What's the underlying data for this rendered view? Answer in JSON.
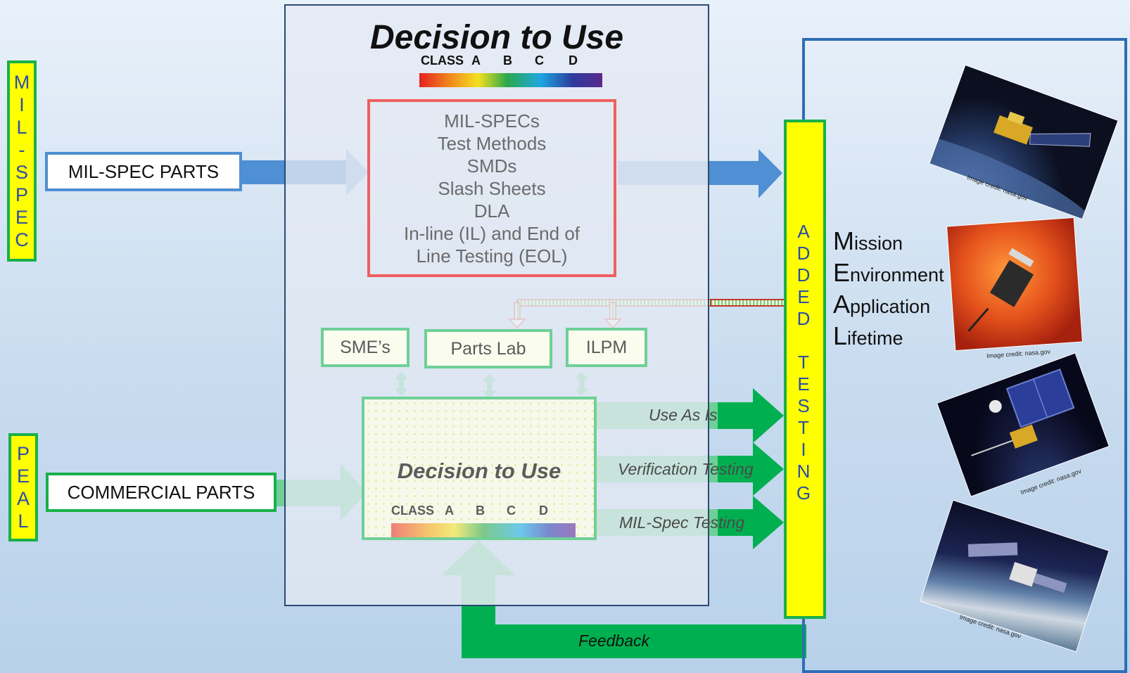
{
  "left": {
    "milspec_vertical": [
      "M",
      "I",
      "L",
      "-",
      "S",
      "P",
      "E",
      "C"
    ],
    "peal_vertical": [
      "P",
      "E",
      "A",
      "L"
    ],
    "milspec_parts_label": "MIL-SPEC PARTS",
    "commercial_parts_label": "COMMERCIAL PARTS"
  },
  "center": {
    "title": "Decision to Use",
    "class_scale": {
      "class_label": "CLASS",
      "levels": [
        "A",
        "B",
        "C",
        "D"
      ]
    },
    "spec_items": [
      "MIL-SPECs",
      "Test Methods",
      "SMDs",
      "Slash Sheets",
      "DLA",
      "In-line (IL) and End of",
      "Line Testing (EOL)"
    ],
    "resources": {
      "smes": "SME’s",
      "parts_lab": "Parts Lab",
      "ilpm": "ILPM"
    },
    "decision_box": {
      "title": "Decision to Use",
      "class_label": "CLASS",
      "levels": [
        "A",
        "B",
        "C",
        "D"
      ]
    },
    "outcomes": [
      "Use As Is",
      "Verification Testing",
      "MIL-Spec Testing"
    ],
    "feedback_label": "Feedback"
  },
  "right": {
    "added_testing_letters": [
      "A",
      "D",
      "D",
      "E",
      "D",
      "",
      "T",
      "E",
      "S",
      "T",
      "I",
      "N",
      "G"
    ],
    "meal": [
      {
        "cap": "M",
        "rest": "ission"
      },
      {
        "cap": "E",
        "rest": "nvironment"
      },
      {
        "cap": "A",
        "rest": "pplication"
      },
      {
        "cap": "L",
        "rest": "ifetime"
      }
    ],
    "image_credit": "Image credit: nasa.gov"
  },
  "colors": {
    "accent_yellow": "#ffff00",
    "accent_green": "#19b04a",
    "arrow_blue": "#4f8fd3",
    "arrow_green": "#00b050",
    "spec_red": "#ef5f5f",
    "panel_border": "#2b4a6f"
  }
}
